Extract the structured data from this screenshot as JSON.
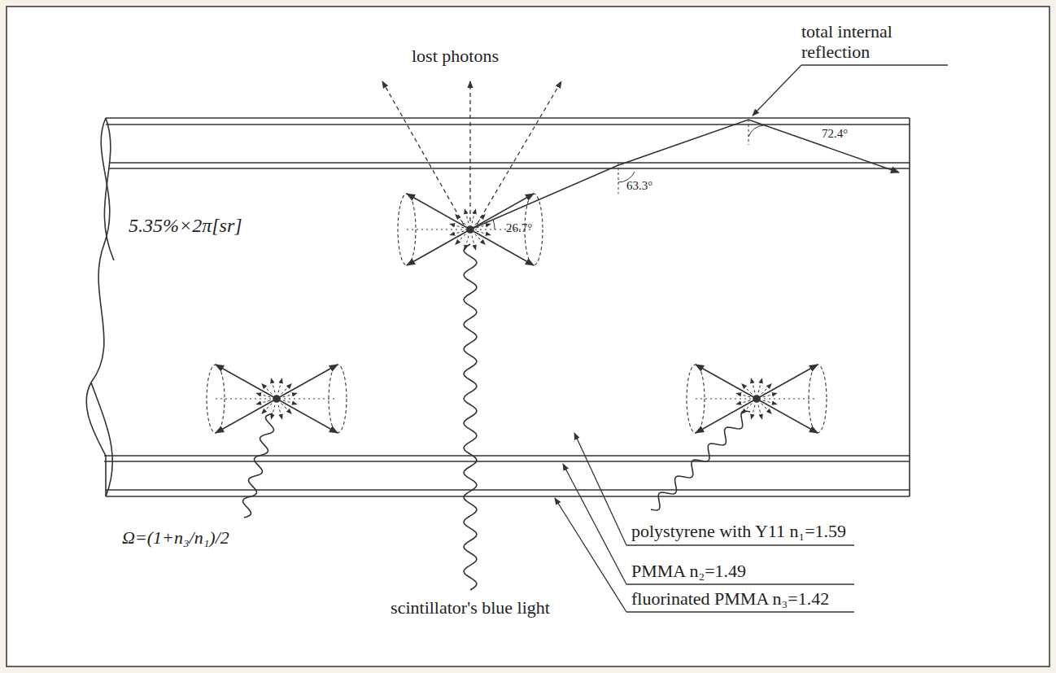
{
  "diagram": {
    "labels": [
      "lost photons",
      "total internal reflection",
      "72.4°",
      "63.3°",
      "26.7°",
      "5.35%×2π[sr]",
      "Ω=(1+n₃/n₁)/2",
      "scintillator's blue light",
      "polystyrene with Y11  n₁=1.59",
      "PMMA  n₂=1.49",
      "fluorinated PMMA  n₃=1.42"
    ]
  }
}
